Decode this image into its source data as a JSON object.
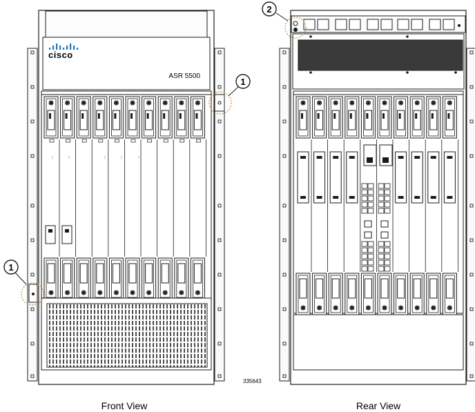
{
  "front": {
    "brand": "cisco",
    "model": "ASR 5500",
    "caption": "Front View",
    "callout": "1"
  },
  "rear": {
    "caption": "Rear View",
    "callout": "2"
  },
  "figure_id": "335643",
  "colors": {
    "line": "#1a1a1a",
    "panel": "#f4f4f4",
    "dark_panel": "#3a3a3a",
    "cisco_blue": "#1b75bb",
    "cisco_red": "#d52b1e",
    "callout_ring": "#c48a3a"
  }
}
